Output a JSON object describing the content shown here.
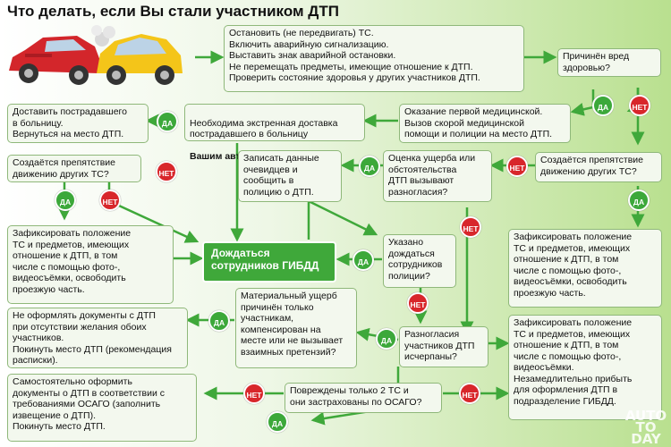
{
  "title": "Что делать, если  Вы стали участником ДТП",
  "boxes": {
    "stop": "Остановить (не передвигать) ТС.\nВключить аварийную сигнализацию.\nВыставить знак аварийной остановки.\nНе перемещать предметы, имеющие отношение к ДТП.\nПроверить состояние здоровья у других участников ДТП.",
    "harm": "Причинён вред\nздоровью?",
    "first_aid": "Оказание первой медицинской.\nВызов скорой медицинской\nпомощи и полиции на место ДТП.",
    "emergency_transport_1": "Необходима экстренная доставка\nпострадавшего в больницу",
    "emergency_transport_2": "Вашим автомобилем?",
    "hospital": "Доставить пострадавшего\nв больницу.\nВернуться на место ДТП.",
    "obstacle_left": "Создаётся препятствие\nдвижению других ТС?",
    "obstacle_right": "Создаётся препятствие\nдвижению других ТС?",
    "witnesses": "Записать данные\nочевидцев и\nсообщить в\nполицию о ДТП.",
    "assessment": "Оценка ущерба или\nобстоятельства\nДТП вызывают\nразногласия?",
    "fix_left": "Зафиксировать положение\nТС и предметов, имеющих\nотношение к ДТП, в том\nчисле с помощью фото-,\nвидеосъёмки, освободить\nпроезжую часть.",
    "fix_right": "Зафиксировать положение\nТС и предметов, имеющих\nотношение к ДТП, в том\nчисле с помощью фото-,\nвидеосъёмки, освободить\nпроезжую часть.",
    "wait_police": "Дождаться\nсотрудников ГИБДД",
    "police_told": "Указано\nдождаться\nсотрудников\nполиции?",
    "minor_damage": "Материальный ущерб\nпричинён только\nучастникам,\nкомпенсирован на\nместе или не вызывает\nвзаимных претензий?",
    "no_docs": "Не оформлять документы с ДТП\nпри отсутствии желания обоих\nучастников.\nПокинуть место ДТП (рекомендация\nрасписки).",
    "disagreements": "Разногласия\nучастников ДТП\nисчерпаны?",
    "fix_right2": "Зафиксировать положение\nТС и предметов, имеющих\nотношение к ДТП, в том\nчисле с помощью фото-,\nвидеосъёмки.\nНезамедлительно прибыть\nдля оформления ДТП в\nподразделение ГИБДД.",
    "self_docs": "Самостоятельно оформить\nдокументы о ДТП в соответствии с\nтребованиями ОСАГО (заполнить\nизвещение о ДТП).\nПокинуть место ДТП.",
    "two_cars": "Повреждены только 2 ТС и\nони застрахованы по ОСАГО?"
  },
  "labels": {
    "yes": "ДА",
    "no": "НЕТ"
  },
  "watermark": "AUTO\nTO\nDAY",
  "colors": {
    "yes": "#3ca83a",
    "no": "#d8262b",
    "arrow": "#3fa83a"
  }
}
